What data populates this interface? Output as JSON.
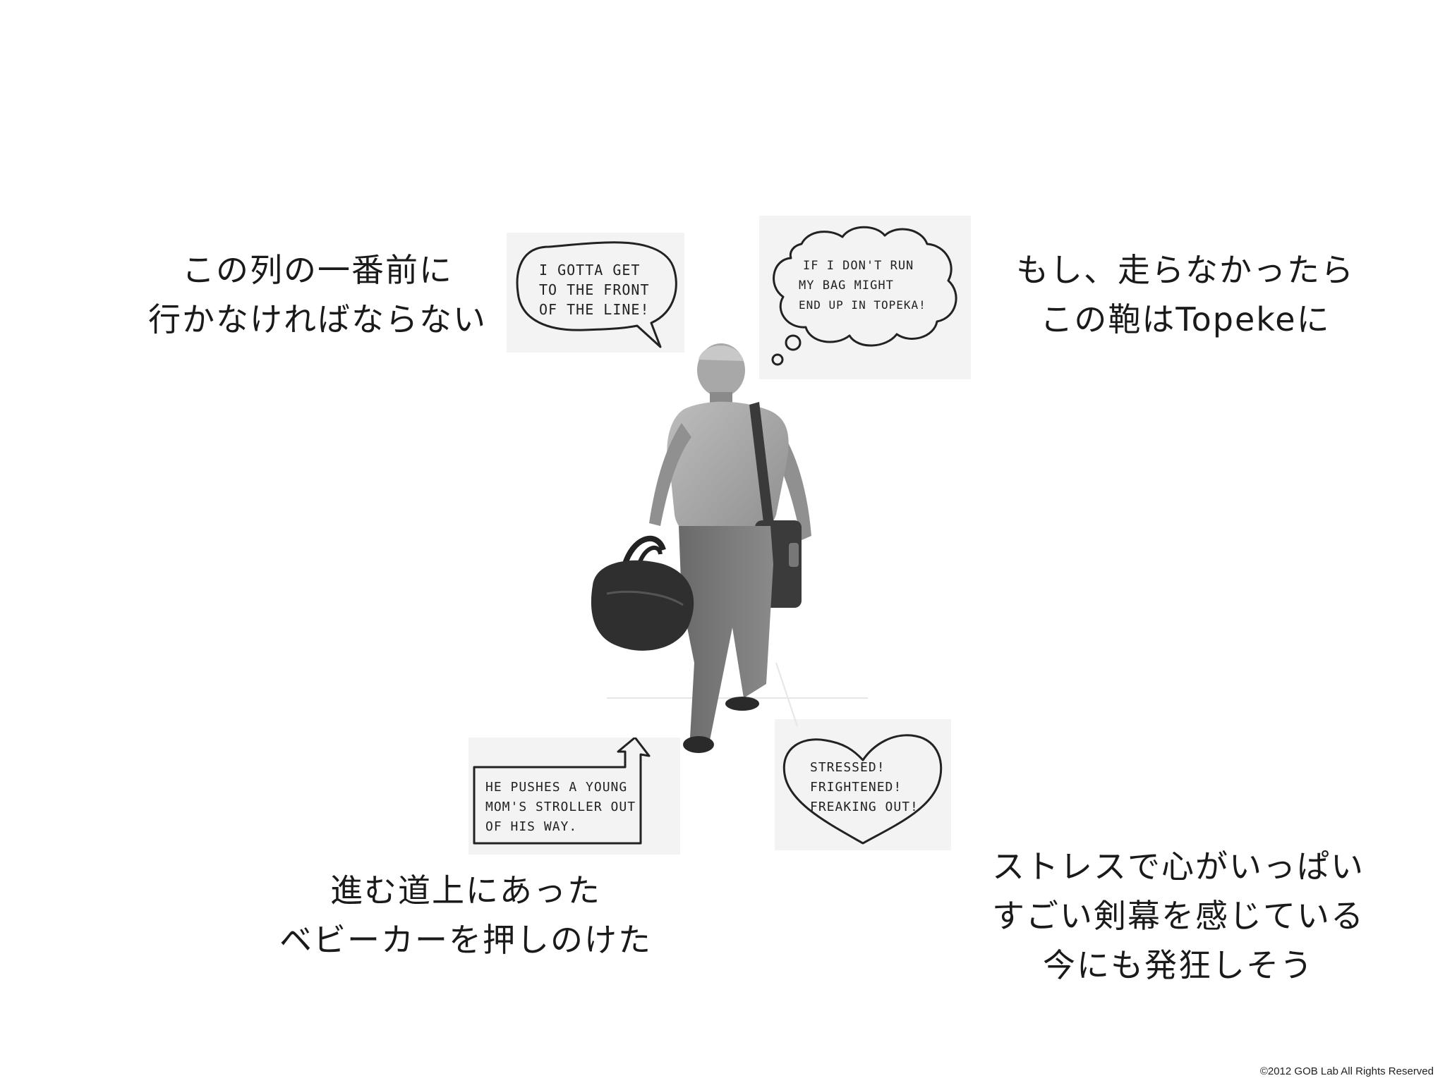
{
  "captions": {
    "top_left": [
      "この列の一番前に",
      "行かなければならない"
    ],
    "top_right": [
      "もし、走らなかったら",
      "この鞄はTopekeに"
    ],
    "bottom_left": [
      "進む道上にあった",
      "ベビーカーを押しのけた"
    ],
    "bottom_right": [
      "ストレスで心がいっぱい",
      "すごい剣幕を感じている",
      "今にも発狂しそう"
    ]
  },
  "sketches": {
    "speech_bubble": [
      "I GOTTA GET",
      "TO THE FRONT",
      "OF THE LINE!"
    ],
    "thought_bubble": [
      "IF I DON'T RUN",
      "MY BAG MIGHT",
      "END UP IN TOPEKA!"
    ],
    "action_note": [
      "HE PUSHES A YOUNG",
      "MOM'S STROLLER OUT",
      "OF HIS WAY."
    ],
    "heart_feeling": [
      "STRESSED!",
      "FRIGHTENED!",
      "FREAKING OUT!"
    ]
  },
  "footer": {
    "copyright": "©2012 GOB Lab All Rights Reserved"
  }
}
